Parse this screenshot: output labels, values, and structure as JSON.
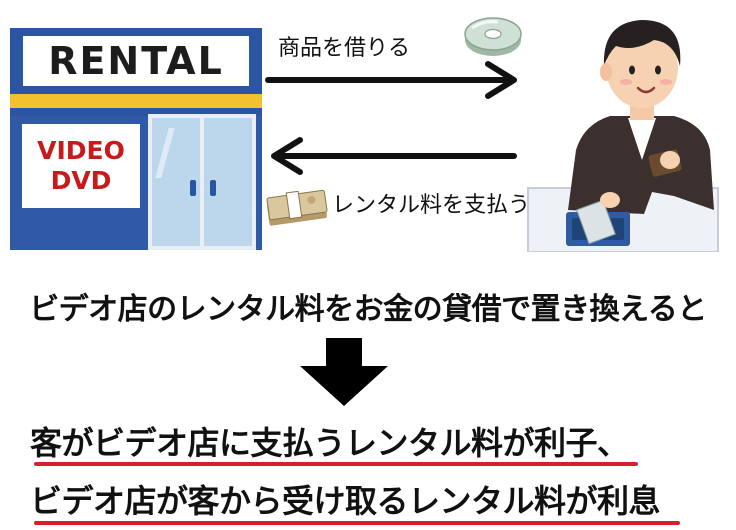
{
  "store": {
    "sign_text": "RENTAL",
    "poster_line1": "VIDEO",
    "poster_line2": "DVD"
  },
  "arrows": {
    "top_label": "商品を借りる",
    "bottom_label": "レンタル料を支払う"
  },
  "statement": "ビデオ店のレンタル料をお金の貸借で置き換えると",
  "conclusion": {
    "line1": "客がビデオ店に支払うレンタル料が利子、",
    "line2": "ビデオ店が客から受け取るレンタル料が利息"
  },
  "colors": {
    "store_blue": "#2a55a3",
    "store_yellow": "#f2c12e",
    "poster_red": "#c81a1a",
    "underline_red": "#d4202a",
    "arrow_black": "#111111"
  },
  "icons": [
    "dvd-disc-icon",
    "cash-bundle-icon",
    "down-arrow-icon",
    "customer-illustration"
  ]
}
